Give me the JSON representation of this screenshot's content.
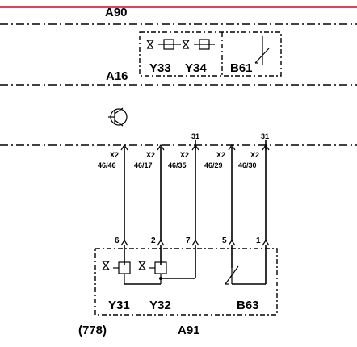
{
  "labels": {
    "a90": "A90",
    "a16": "A16",
    "y33": "Y33",
    "y34": "Y34",
    "b61": "B61",
    "ground_top_a": "31",
    "ground_top_b": "31",
    "y31": "Y31",
    "y32": "Y32",
    "b63": "B63",
    "ref": "(778)",
    "a91": "A91"
  },
  "connectors": [
    {
      "name": "X2",
      "pin": "46/46",
      "module_pin": "6"
    },
    {
      "name": "X2",
      "pin": "46/17",
      "module_pin": "2"
    },
    {
      "name": "X2",
      "pin": "46/35",
      "module_pin": "7"
    },
    {
      "name": "X2",
      "pin": "46/29",
      "module_pin": "5"
    },
    {
      "name": "X2",
      "pin": "46/30",
      "module_pin": "1"
    }
  ],
  "colors": {
    "line": "#000000",
    "top_wire": "#d9001b"
  }
}
